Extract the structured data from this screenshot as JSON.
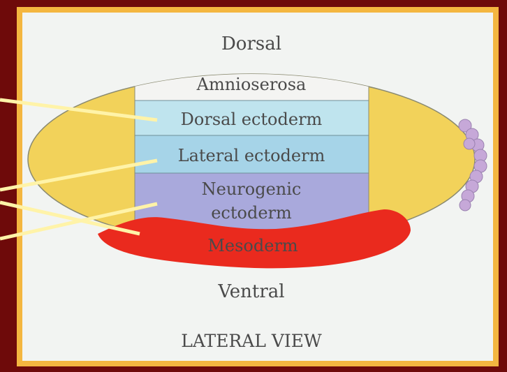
{
  "diagram": {
    "orientation": {
      "dorsal": "Dorsal",
      "ventral": "Ventral"
    },
    "bands": {
      "amnioserosa": "Amnioserosa",
      "dorsal_ectoderm": "Dorsal ectoderm",
      "lateral_ectoderm": "Lateral ectoderm",
      "neurogenic_line1": "Neurogenic",
      "neurogenic_line2": "ectoderm",
      "mesoderm": "Mesoderm"
    },
    "caption": "LATERAL VIEW"
  },
  "colors": {
    "background": "#6e0a0a",
    "frame": "#f4b640",
    "panel": "#f2f4f2",
    "egg_yellow": "#f2d25a",
    "amnioserosa": "#f4f4f2",
    "dorsal_ectoderm": "#bfe4ee",
    "lateral_ectoderm": "#a6d4e8",
    "neurogenic_ectoderm": "#a9a9dc",
    "mesoderm": "#ea2a1e",
    "pole_cells": "#c6a8d8",
    "pointer_lines": "#fff3a8"
  },
  "pointer_lines": 4
}
